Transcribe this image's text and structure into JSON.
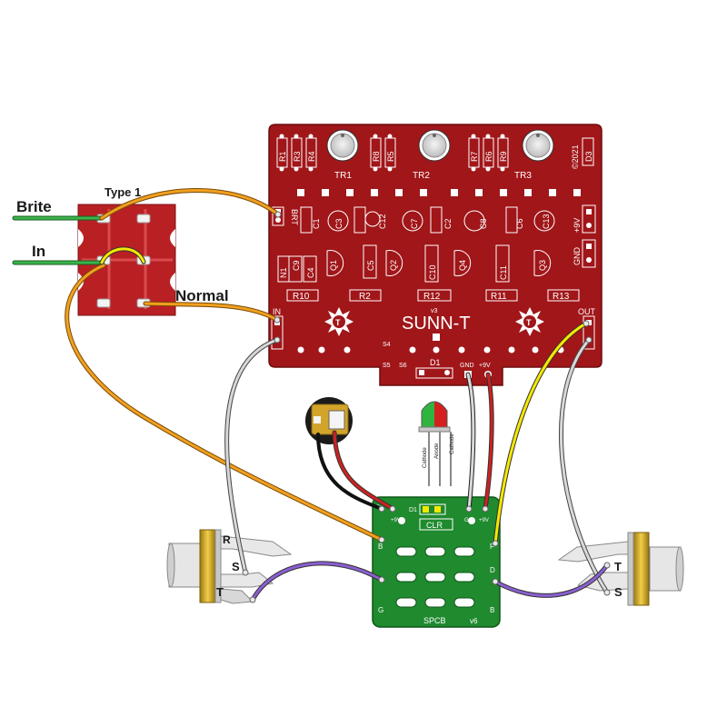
{
  "switch": {
    "type_label": "Type 1",
    "brite_label": "Brite",
    "in_label": "In",
    "normal_label": "Normal"
  },
  "main_pcb": {
    "title": "SUNN-T",
    "version": "v3",
    "copyright": "©2021",
    "trimmers": [
      "TR1",
      "TR2",
      "TR3"
    ],
    "top_resistors": [
      "R1",
      "R3",
      "R4",
      "R8",
      "R5",
      "R7",
      "R6",
      "R9"
    ],
    "diode_d3": "D3",
    "caps": [
      "C1",
      "C3",
      "C12",
      "C7",
      "C2",
      "C8",
      "C6",
      "C13",
      "C9",
      "C4",
      "C5",
      "C10",
      "C11"
    ],
    "transistors": [
      "Q1",
      "Q2",
      "Q4",
      "Q3"
    ],
    "bottom_resistors": [
      "R10",
      "R2",
      "R12",
      "R11",
      "R13"
    ],
    "d1": "D1",
    "s_labels": [
      "S4",
      "S5",
      "S6"
    ],
    "pads": {
      "brt": "BRT",
      "in": "IN",
      "out": "OUT",
      "gnd": "GND",
      "v9": "+9V",
      "side_gnd": "GND",
      "side_9v": "+9V",
      "n1": "N1"
    }
  },
  "led": {
    "anode": "Anode",
    "cathode": "Cathode"
  },
  "bypass_pcb": {
    "name": "SPCB",
    "version": "v6",
    "clr": "CLR",
    "d1": "D1",
    "top_pads": [
      "D",
      "+9V",
      "G",
      "+9V"
    ],
    "left_pads": [
      "B",
      "G"
    ],
    "right_pads": [
      "F",
      "D",
      "B"
    ]
  },
  "jacks": {
    "left": {
      "ring": "R",
      "sleeve": "S",
      "tip": "T"
    },
    "right": {
      "tip": "T",
      "sleeve": "S"
    }
  },
  "colors": {
    "main_pcb": "#a01619",
    "bypass_pcb": "#1f8a2e",
    "wire_orange": "#f0a020",
    "wire_gray": "#d8d8d8",
    "wire_red": "#d02020",
    "wire_yellow": "#f4e800",
    "wire_purple": "#8a5fd0",
    "wire_green": "#3bb34a"
  }
}
